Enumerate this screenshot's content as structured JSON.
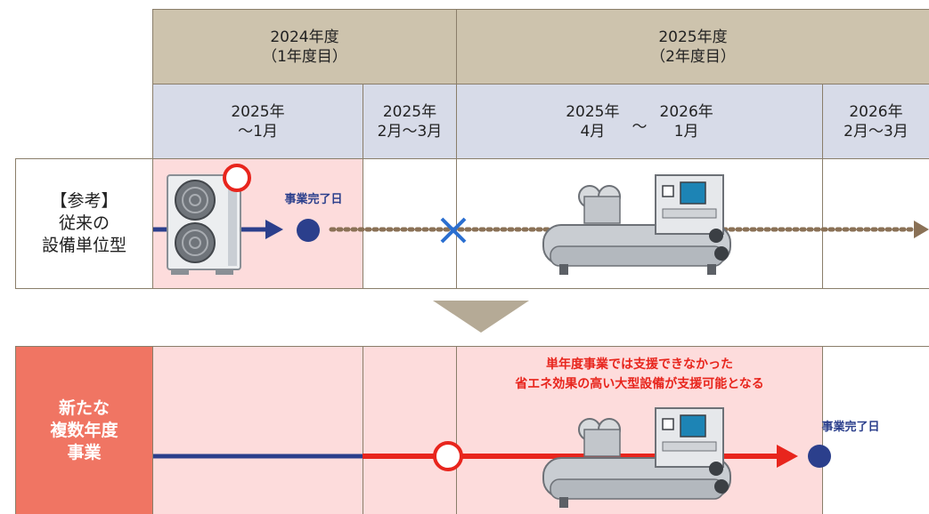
{
  "header": {
    "years": [
      {
        "label": "2024年度\n（1年度目）"
      },
      {
        "label": "2025年度\n（2年度目）"
      }
    ],
    "periods": [
      {
        "label": "2025年\n～1月"
      },
      {
        "label": "2025年\n2月～3月"
      },
      {
        "label_start": "2025年\n4月",
        "separator": "～",
        "label_end": "2026年\n1月"
      },
      {
        "label": "2026年\n2月～3月"
      }
    ]
  },
  "rows": {
    "reference": {
      "label": "【参考】\n従来の\n設備単位型",
      "milestone": "事業完了日"
    },
    "new": {
      "label": "新たな\n複数年度\n事業",
      "milestone": "事業完了日",
      "note": "単年度事業では支援できなかった\n省エネ効果の高い大型設備が支援可能となる"
    }
  },
  "icons": {
    "outdoor_unit": "air-conditioner-outdoor-unit-icon",
    "chiller": "large-chiller-machine-icon",
    "cross": "cross-mark-icon",
    "circle": "red-circle-mark-icon"
  },
  "colors": {
    "navy": "#2b3f8c",
    "red": "#e8251d",
    "pink": "#fddcdc",
    "year_header": "#cdc3ad",
    "period_header": "#d7dbe8",
    "new_label": "#f07563",
    "dotted": "#8a7156"
  }
}
